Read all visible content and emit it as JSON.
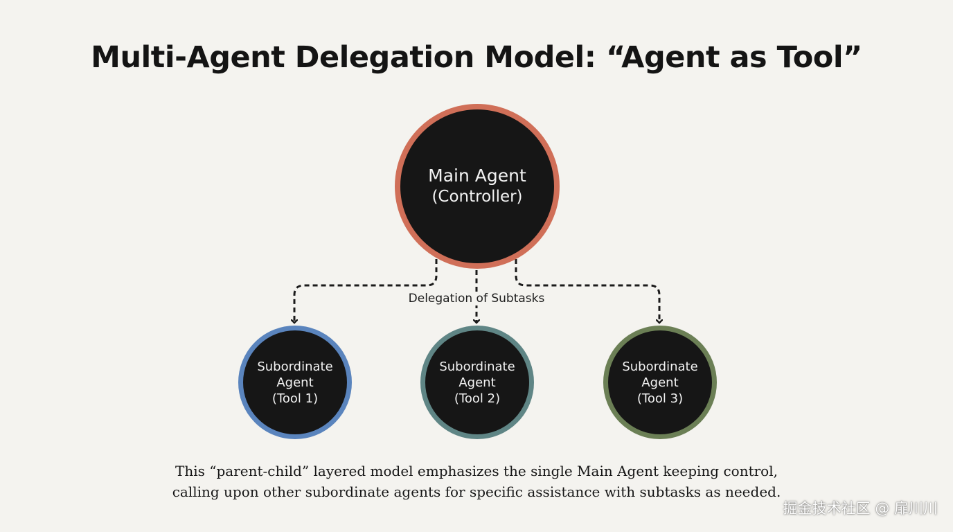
{
  "title": "Multi-Agent Delegation Model: “Agent as Tool”",
  "main_agent": {
    "name": "Main Agent",
    "role": "(Controller)"
  },
  "delegation_label": "Delegation of Subtasks",
  "subordinates": [
    {
      "line1": "Subordinate",
      "line2": "Agent",
      "line3": "(Tool 1)"
    },
    {
      "line1": "Subordinate",
      "line2": "Agent",
      "line3": "(Tool 2)"
    },
    {
      "line1": "Subordinate",
      "line2": "Agent",
      "line3": "(Tool 3)"
    }
  ],
  "caption": {
    "line1": "This “parent-child” layered model emphasizes the single Main Agent keeping control,",
    "line2": "calling upon other subordinate agents for specific assistance with subtasks as needed."
  },
  "watermark": "掘金技术社区 @ 扉川川",
  "colors": {
    "main_border": "#d06f58",
    "sub1_border": "#5a84bd",
    "sub2_border": "#5f8585",
    "sub3_border": "#6b7f55",
    "node_fill": "#161616",
    "background": "#f4f3ef"
  }
}
